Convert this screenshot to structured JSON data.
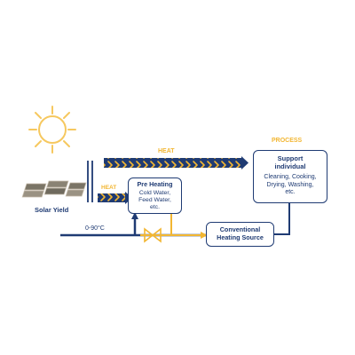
{
  "colors": {
    "navy": "#1f3b73",
    "gold": "#f2b632",
    "sun_stroke": "#f6c85f",
    "panel_dark": "#7a7466",
    "panel_light": "#c9bfae"
  },
  "icons": {
    "sun": "sun-icon",
    "solar_panels": "solar-panels-icon",
    "valve": "valve-icon"
  },
  "labels": {
    "heat_top": "HEAT",
    "heat_small": "HEAT",
    "process": "PROCESS",
    "solar_yield": "Solar Yield",
    "temperature": "0-90°C"
  },
  "boxes": {
    "pre_heating": {
      "title": "Pre Heating",
      "body": "Cold Water,\nFeed Water,\netc."
    },
    "support": {
      "title": "Support\nindividual",
      "body": "Cleaning, Cooking,\nDrying, Washing,\netc."
    },
    "conventional": {
      "title": "Conventional\nHeating Source"
    }
  }
}
